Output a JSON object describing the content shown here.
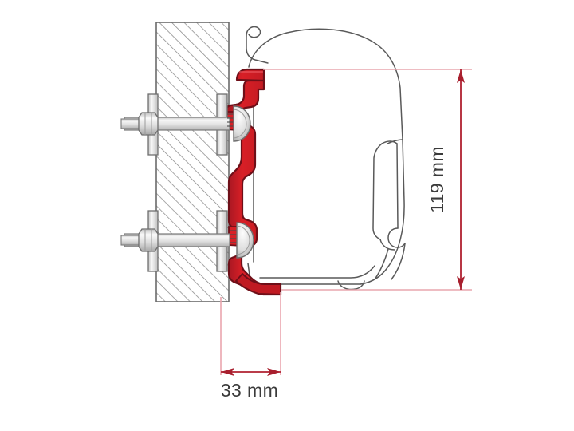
{
  "drawing": {
    "title": "Fiamma awning wall adapter bracket mounting cross-section",
    "type": "technical-cross-section",
    "background_color": "#ffffff",
    "units": "mm"
  },
  "dimensions": {
    "height": {
      "label": "119 mm",
      "value": 119,
      "unit": "mm",
      "orientation": "vertical",
      "arrow_style": "double-ended-inward",
      "color": "#b02030"
    },
    "depth": {
      "label": "33 mm",
      "value": 33,
      "unit": "mm",
      "orientation": "horizontal",
      "arrow_style": "double-ended-inward",
      "color": "#b02030"
    }
  },
  "colors": {
    "bracket_fill": "#d81f26",
    "bracket_fill_dark": "#8e1520",
    "bracket_outline": "#6e0f18",
    "dimension_line": "#b02030",
    "dimension_line_light": "#e9a5ad",
    "outline_gray": "#595959",
    "hatch_gray": "#8a8a8a",
    "metal_light": "#f2f2f2",
    "metal_mid": "#d8d8d8",
    "metal_dark": "#b5b5b5",
    "text": "#3a3a3a"
  },
  "parts": {
    "wall": {
      "name": "Vehicle wall section",
      "fill_style": "diagonal-hatching",
      "hatch_angle_deg": 45
    },
    "awning_case": {
      "name": "Awning case profile outline",
      "stroke": "#595959"
    },
    "bracket": {
      "name": "Red wall adapter bracket",
      "stroke": "#6e0f18"
    },
    "fasteners": [
      {
        "name": "upper-bolt-assembly",
        "components": [
          "threaded-bolt",
          "hex-nut",
          "backing-plate",
          "washer"
        ]
      },
      {
        "name": "lower-bolt-assembly",
        "components": [
          "threaded-bolt",
          "hex-nut",
          "backing-plate",
          "washer"
        ]
      }
    ]
  }
}
